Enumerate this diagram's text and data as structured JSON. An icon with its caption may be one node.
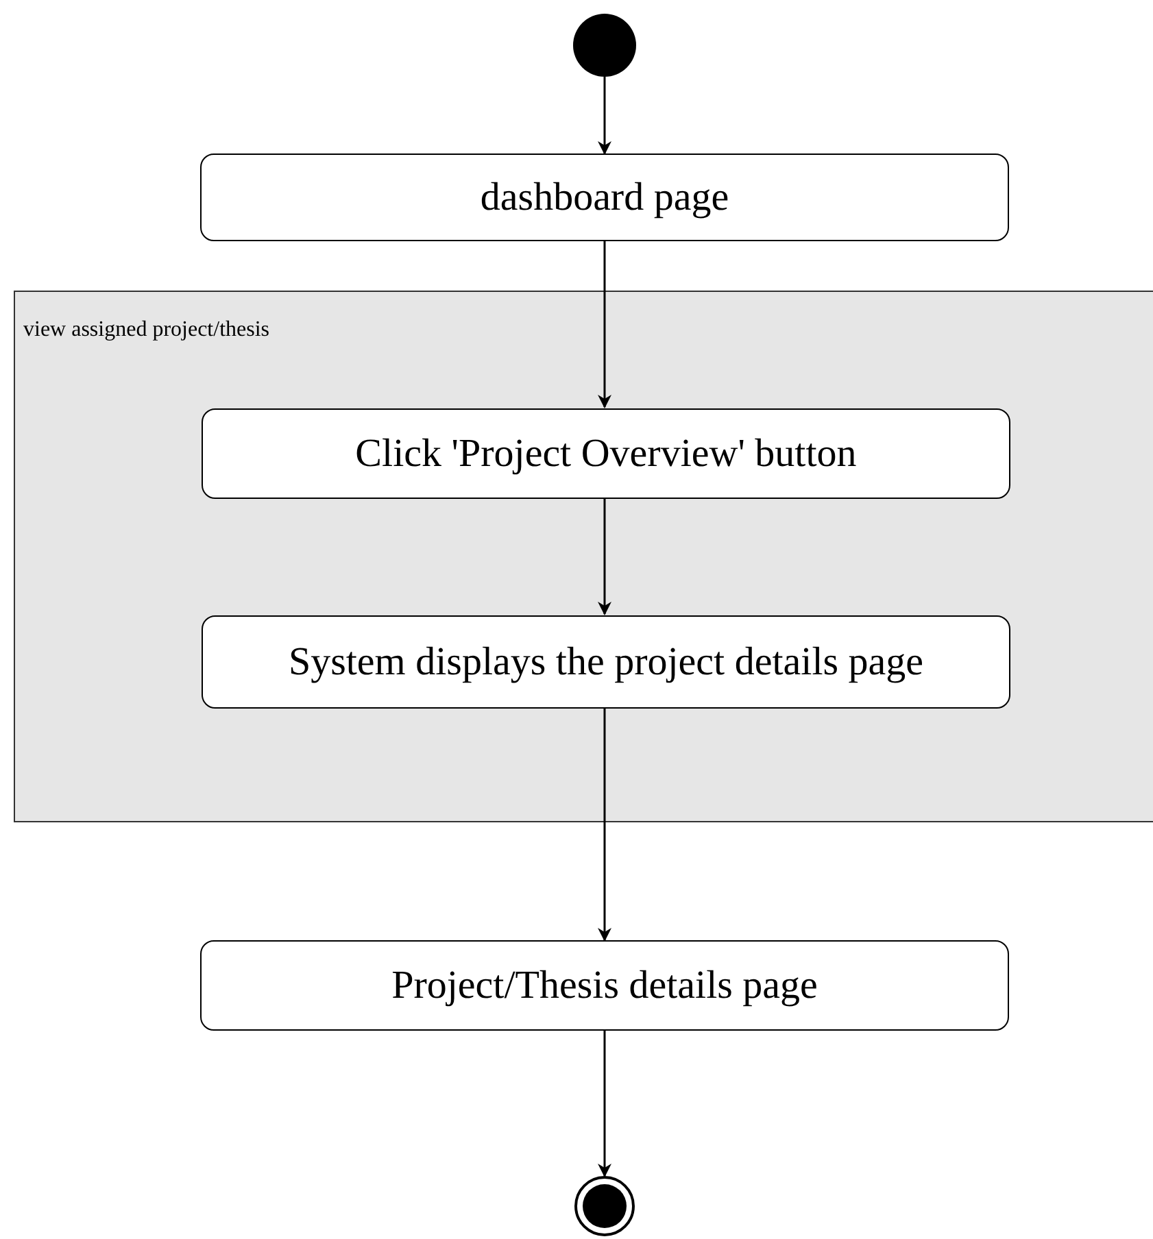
{
  "diagram": {
    "nodes": [
      {
        "text": [],
        "shape": "circle"
      },
      {
        "text": [
          "dashboard page"
        ]
      },
      {
        "text": [
          "view assigned project/thesis"
        ]
      },
      {
        "text": [
          "Click 'Project Overview' button"
        ],
        "in": 2
      },
      {
        "text": [
          "System displays the project details page"
        ],
        "in": 2
      },
      {
        "text": [
          "Project/Thesis details page"
        ]
      },
      {
        "text": [],
        "shape": "circle"
      }
    ],
    "edges": [
      {
        "from": 0,
        "to": 1,
        "arrow": "to"
      },
      {
        "from": 1,
        "to": 3,
        "arrow": "to"
      },
      {
        "from": 3,
        "to": 4,
        "arrow": "to"
      },
      {
        "from": 4,
        "to": 5,
        "arrow": "to"
      },
      {
        "from": 5,
        "to": 6,
        "arrow": "to"
      }
    ]
  }
}
